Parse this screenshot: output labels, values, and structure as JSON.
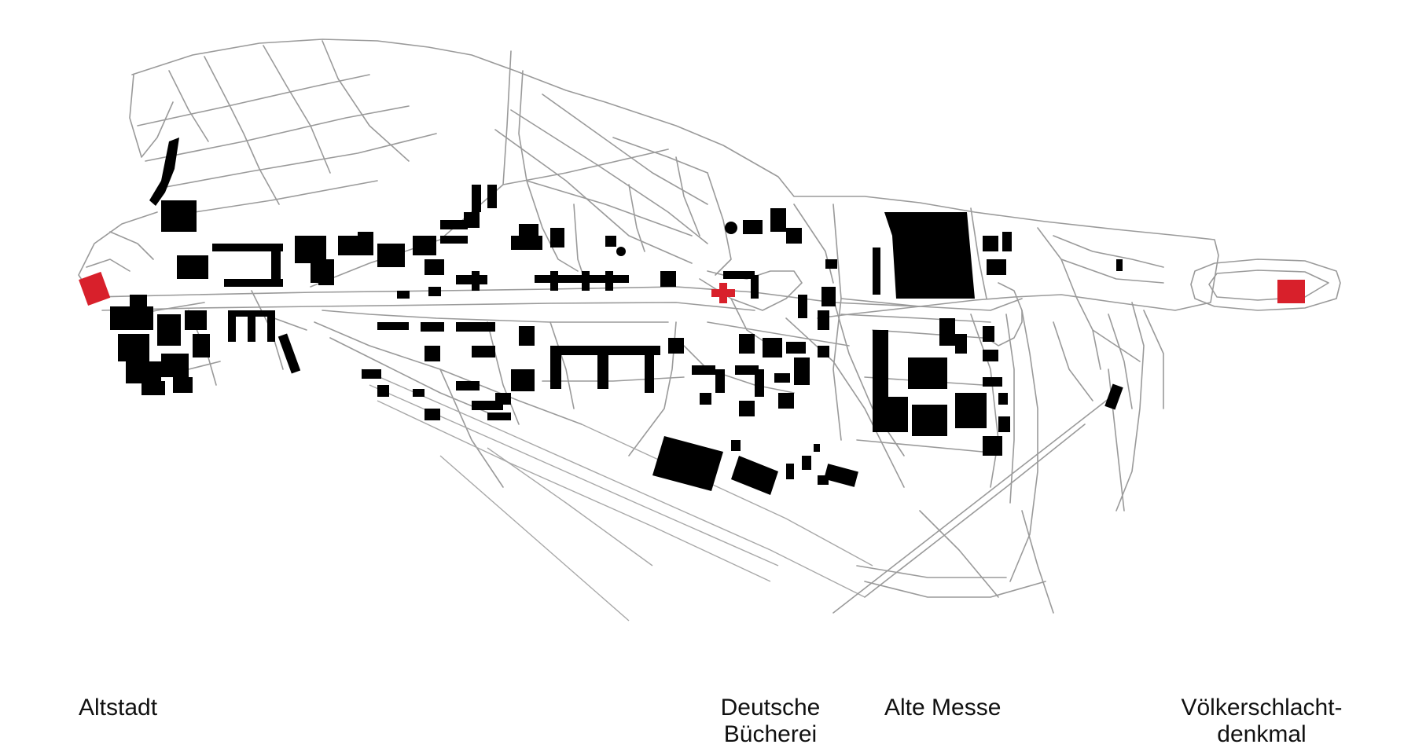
{
  "labels": {
    "altstadt": "Altstadt",
    "deutsche_buecherei": "Deutsche\nBücherei",
    "alte_messe": "Alte Messe",
    "voelkerschlachtdenkmal": "Völkerschlacht-\ndenkmal"
  },
  "colors": {
    "street": "#9a9a9a",
    "building": "#000000",
    "landmark": "#d8202b",
    "background": "#ffffff"
  }
}
